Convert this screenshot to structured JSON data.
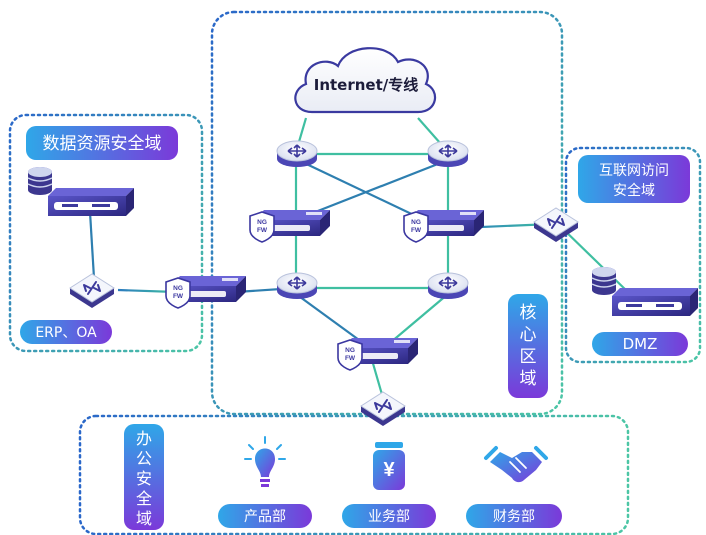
{
  "zones": {
    "data_resource": {
      "title": "数据资源安全域",
      "tag": "ERP、OA"
    },
    "internet_access": {
      "title_line1": "互联网访问",
      "title_line2": "安全域",
      "tag": "DMZ"
    },
    "core": {
      "title": [
        "核",
        "心",
        "区",
        "域"
      ]
    },
    "office": {
      "title": [
        "办",
        "公",
        "安",
        "全",
        "域"
      ]
    }
  },
  "cloud": {
    "label": "Internet/专线"
  },
  "firewall": {
    "badge_line1": "NG",
    "badge_line2": "FW"
  },
  "departments": [
    {
      "label": "产品部",
      "icon": "lightbulb-icon"
    },
    {
      "label": "业务部",
      "icon": "money-jar-icon"
    },
    {
      "label": "财务部",
      "icon": "handshake-icon"
    }
  ],
  "yen_symbol": "¥",
  "colors": {
    "pill_start": "#2fa7e8",
    "pill_end": "#7b39d9",
    "link": "#2e8ab0",
    "link_green": "#3fbfa1",
    "device_dark": "#3e3a9e"
  }
}
